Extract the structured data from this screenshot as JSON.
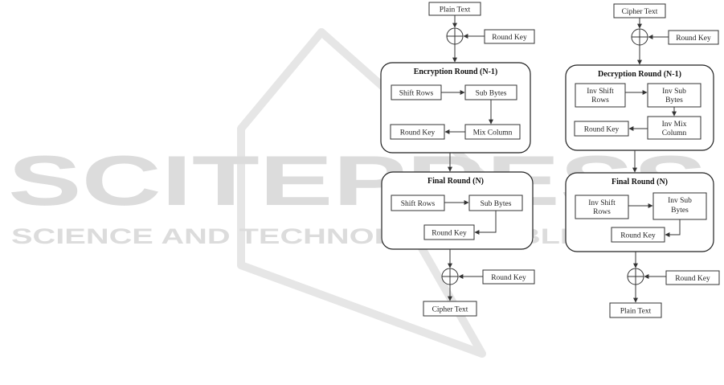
{
  "watermark": {
    "main": "SCITEPRESS",
    "sub": "SCIENCE AND TECHNOLOGY PUBLICATIONS"
  },
  "encryption": {
    "input": "Plain Text",
    "round_key": "Round Key",
    "round1": {
      "title": "Encryption Round (N-1)",
      "shift_rows": "Shift Rows",
      "sub_bytes": "Sub Bytes",
      "mix_column": "Mix Column",
      "round_key": "Round Key"
    },
    "final": {
      "title": "Final Round (N)",
      "shift_rows": "Shift Rows",
      "sub_bytes": "Sub Bytes",
      "round_key": "Round Key"
    },
    "final_round_key": "Round Key",
    "output": "Cipher Text"
  },
  "decryption": {
    "input": "Cipher Text",
    "round_key": "Round Key",
    "round1": {
      "title": "Decryption Round (N-1)",
      "inv_shift_rows": [
        "Inv Shift",
        "Rows"
      ],
      "inv_sub_bytes": [
        "Inv Sub",
        "Bytes"
      ],
      "inv_mix_column": [
        "Inv Mix",
        "Column"
      ],
      "round_key": "Round Key"
    },
    "final": {
      "title": "Final Round (N)",
      "inv_shift_rows": [
        "Inv Shift",
        "Rows"
      ],
      "inv_sub_bytes": [
        "Inv Sub",
        "Bytes"
      ],
      "round_key": "Round Key"
    },
    "final_round_key": "Round Key",
    "output": "Plain Text"
  }
}
